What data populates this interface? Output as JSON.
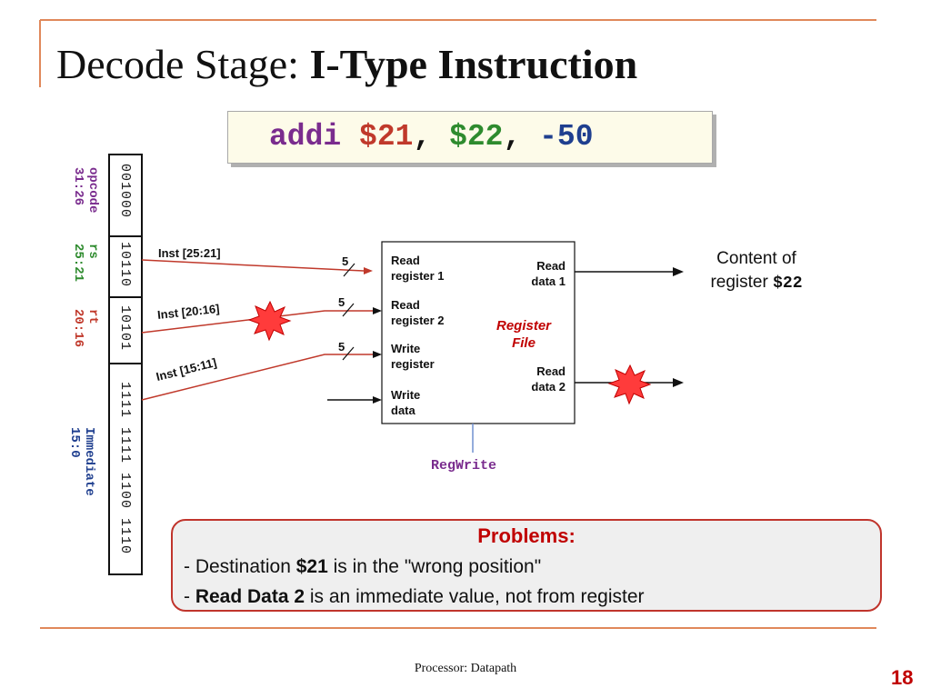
{
  "slide": {
    "title_plain": "Decode Stage: ",
    "title_bold": "I-Type Instruction",
    "footer": "Processor: Datapath",
    "page_number": "18"
  },
  "instruction": {
    "op": "addi",
    "rt": "$21",
    "sep1": ",",
    "rs": "$22",
    "sep2": ",",
    "imm": "-50"
  },
  "fields": [
    {
      "name": "opcode",
      "range": "31:26",
      "bits": "001000",
      "color": "#7a2c8e"
    },
    {
      "name": "rs",
      "range": "25:21",
      "bits": "10110",
      "color": "#2e8b2e"
    },
    {
      "name": "rt",
      "range": "20:16",
      "bits": "10101",
      "color": "#c0392b"
    },
    {
      "name": "Immediate",
      "range": "15:0",
      "bits": "1111 1111 1100 1110",
      "color": "#1f3f8f"
    }
  ],
  "wires": {
    "inst_25_21": "Inst [25:21]",
    "inst_20_16": "Inst [20:16]",
    "inst_15_11": "Inst [15:11]",
    "bus_width": "5"
  },
  "register_file": {
    "read_register_1": [
      "Read",
      "register 1"
    ],
    "read_register_2": [
      "Read",
      "register 2"
    ],
    "write_register": [
      "Write",
      "register"
    ],
    "write_data": [
      "Write",
      "data"
    ],
    "read_data_1": [
      "Read",
      "data 1"
    ],
    "read_data_2": [
      "Read",
      "data 2"
    ],
    "name": [
      "Register",
      "File"
    ],
    "control": "RegWrite"
  },
  "annotation": {
    "line1": "Content of",
    "line2_text": "register ",
    "line2_reg": "$22"
  },
  "problems": {
    "heading": "Problems:",
    "item1_prefix": "- Destination ",
    "item1_bold": "$21",
    "item1_suffix": " is in the \"wrong position\"",
    "item2_prefix": "- ",
    "item2_bold": "Read Data 2",
    "item2_suffix": " is an immediate value, not from register"
  },
  "colors": {
    "accent_line": "#e0885a",
    "op": "#7a2c8e",
    "rt": "#c0392b",
    "rs": "#2e8b2e",
    "imm": "#1f3f8f",
    "problem_red": "#c00000",
    "regwrite": "#7a2c8e",
    "wire": "#c0392b",
    "star_fill": "#ff3b3b"
  }
}
